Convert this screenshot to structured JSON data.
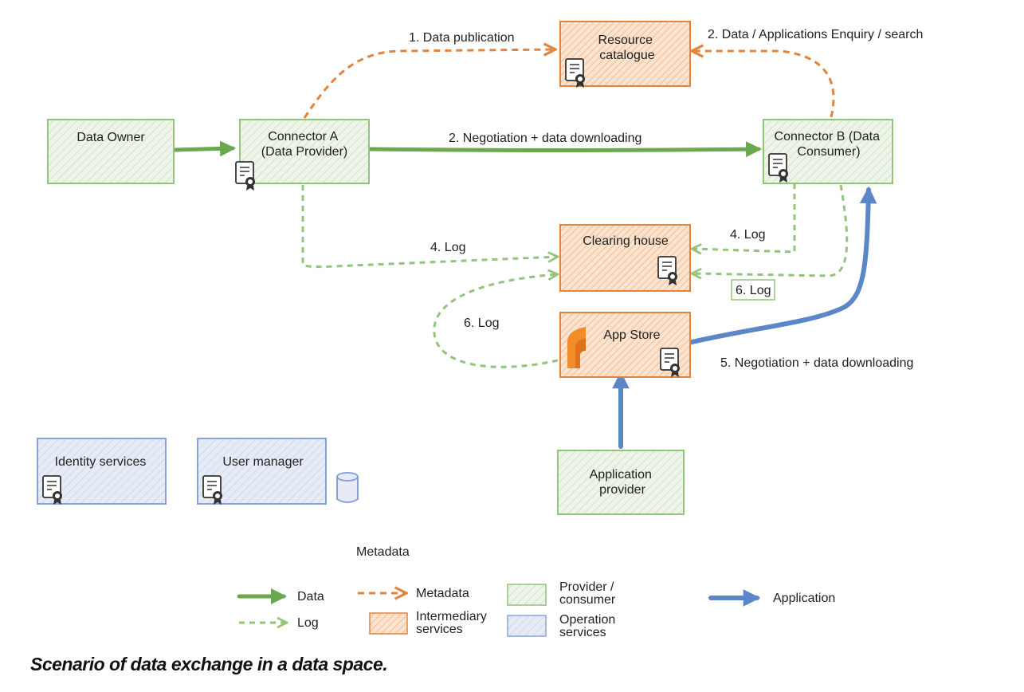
{
  "colors": {
    "green": "#6aa84f",
    "green_light": "#93c47d",
    "green_fill": "#eef4ea",
    "orange": "#e0843e",
    "orange_fill": "#fbe3cf",
    "blue": "#5b87c9",
    "blue_fill": "#e6ebf5",
    "blue_border": "#8aa3d6"
  },
  "nodes": {
    "data_owner": {
      "lines": [
        "Data Owner"
      ]
    },
    "connector_a": {
      "lines": [
        "Connector A",
        "(Data Provider)"
      ]
    },
    "resource_catalogue": {
      "lines": [
        "Resource",
        "catalogue"
      ]
    },
    "connector_b": {
      "lines": [
        "Connector B (Data",
        "Consumer)"
      ]
    },
    "clearing_house": {
      "lines": [
        "Clearing house"
      ]
    },
    "app_store": {
      "lines": [
        "App Store"
      ]
    },
    "application_provider": {
      "lines": [
        "Application",
        "provider"
      ]
    },
    "identity_services": {
      "lines": [
        "Identity services"
      ]
    },
    "user_manager": {
      "lines": [
        "User manager"
      ]
    }
  },
  "edges": {
    "data_publication": "1. Data publication",
    "enquiry_search": "2. Data / Applications Enquiry / search",
    "negotiation_a_b": "2. Negotiation + data downloading",
    "log_a": "4. Log",
    "log_b": "4. Log",
    "log_b_6": "6. Log",
    "log_app_store": "6. Log",
    "negotiation_app": "5. Negotiation + data downloading"
  },
  "metadata_label": "Metadata",
  "legend": {
    "data": "Data",
    "log": "Log",
    "metadata": "Metadata",
    "intermediary_lines": [
      "Intermediary",
      "services"
    ],
    "provider_lines": [
      "Provider /",
      "consumer"
    ],
    "operation_lines": [
      "Operation",
      "services"
    ],
    "application": "Application"
  },
  "icons": {
    "certificate": "certificate-icon",
    "database": "database-icon",
    "app_store_logo": "app-store-logo-icon"
  },
  "caption": "Scenario of data exchange in a data space."
}
